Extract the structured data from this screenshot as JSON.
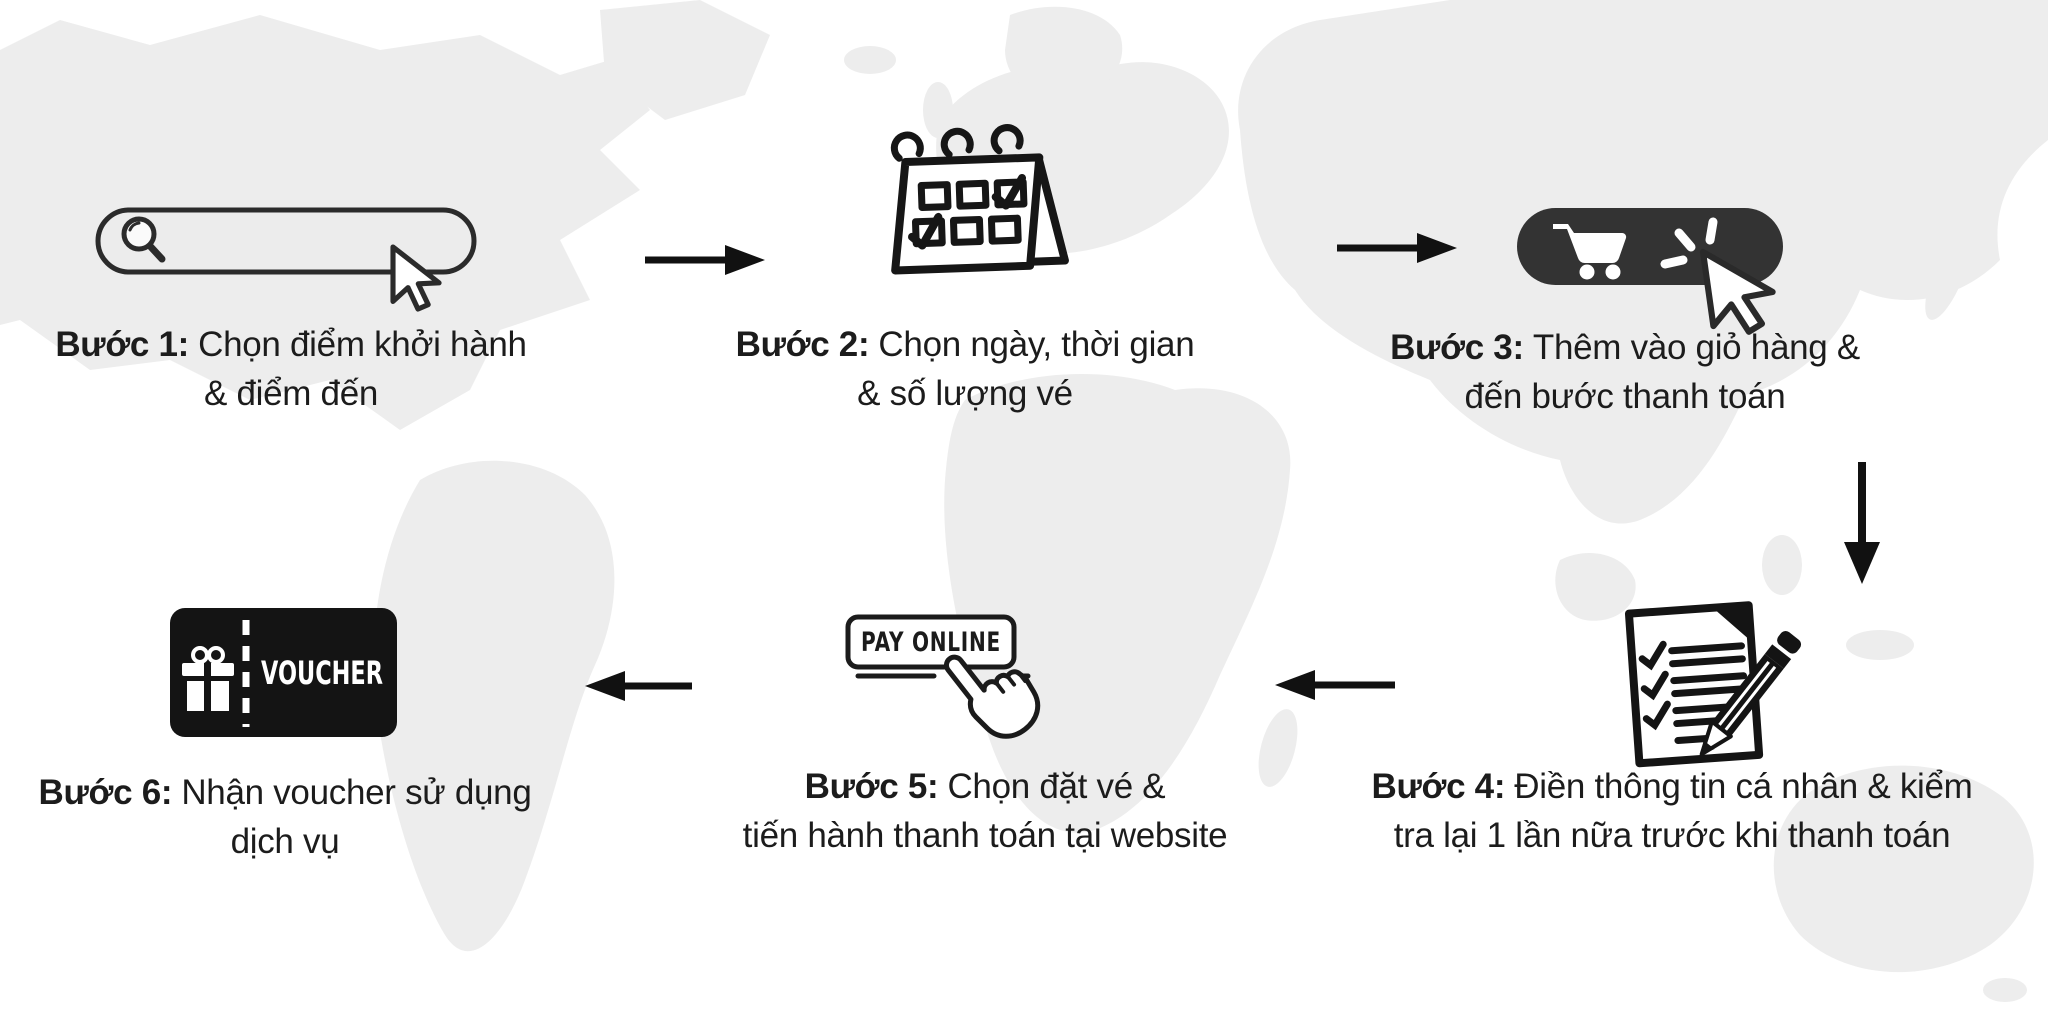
{
  "page": {
    "title_implicit": "Booking steps infographic",
    "background_color": "#ffffff",
    "map_color": "#ededed",
    "ink_color": "#1c1c1c"
  },
  "colors": {
    "cart_pill": "#333333",
    "voucher_bg": "#141414",
    "search_fill": "#ececec",
    "outline": "#222222",
    "white": "#ffffff"
  },
  "steps": [
    {
      "id": 1,
      "label": "Bước 1:",
      "line1": "Chọn điểm khởi hành",
      "line2": "& điểm đến",
      "icon": "search-bar-with-cursor"
    },
    {
      "id": 2,
      "label": "Bước 2:",
      "line1": "Chọn ngày, thời gian",
      "line2": "& số lượng vé",
      "icon": "calendar-with-checks"
    },
    {
      "id": 3,
      "label": "Bước 3:",
      "line1": "Thêm vào giỏ hàng &",
      "line2": "đến bước thanh toán",
      "icon": "cart-button-with-click-cursor"
    },
    {
      "id": 4,
      "label": "Bước 4:",
      "line1": "Điền thông tin cá nhân & kiểm",
      "line2": "tra lại 1 lần nữa trước khi thanh toán",
      "icon": "checklist-with-pencil"
    },
    {
      "id": 5,
      "label": "Bước 5:",
      "line1": "Chọn đặt vé &",
      "line2": "tiến hành thanh toán tại website",
      "icon": "pay-online-button-with-hand"
    },
    {
      "id": 6,
      "label": "Bước 6:",
      "line1": "Nhận voucher sử dụng",
      "line2": "dịch vụ",
      "icon": "voucher-card"
    }
  ],
  "icon_text": {
    "pay_button_label": "PAY ONLINE",
    "voucher_label": "VOUCHER"
  },
  "arrows": [
    {
      "from": 1,
      "to": 2,
      "direction": "right"
    },
    {
      "from": 2,
      "to": 3,
      "direction": "right"
    },
    {
      "from": 3,
      "to": 4,
      "direction": "down"
    },
    {
      "from": 4,
      "to": 5,
      "direction": "left"
    },
    {
      "from": 5,
      "to": 6,
      "direction": "left"
    }
  ]
}
